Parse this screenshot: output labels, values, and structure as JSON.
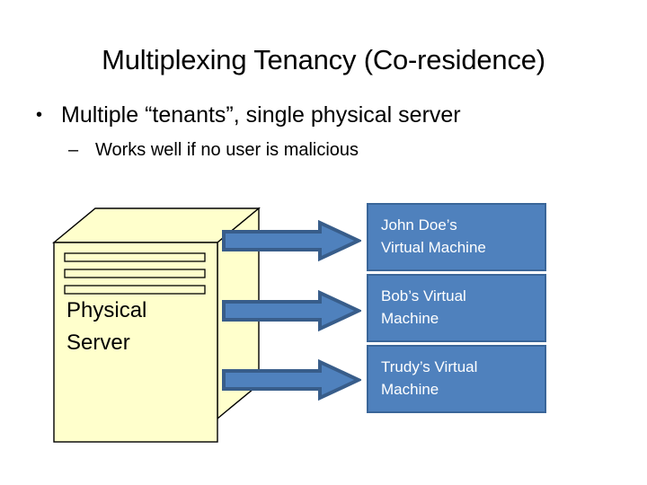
{
  "slide": {
    "title": "Multiplexing Tenancy (Co-residence)",
    "background_color": "#FFFFFF"
  },
  "bullets": [
    {
      "level": 1,
      "marker": "•",
      "text": "Multiple “tenants”, single physical server"
    },
    {
      "level": 2,
      "marker": "–",
      "text": "Works well if no user is malicious"
    }
  ],
  "diagram": {
    "server": {
      "label_line_1": "Physical",
      "label_line_2": "Server",
      "fill_color": "#FFFFCC",
      "stroke_color": "#000000",
      "slot_count": 3
    },
    "arrows": [
      {
        "name": "arrow-to-john-doe-vm",
        "direction": "right",
        "fill_color": "#4F81BD",
        "stroke_color": "#385D8A"
      },
      {
        "name": "arrow-to-bob-vm",
        "direction": "right",
        "fill_color": "#4F81BD",
        "stroke_color": "#385D8A"
      },
      {
        "name": "arrow-to-trudy-vm",
        "direction": "right",
        "fill_color": "#4F81BD",
        "stroke_color": "#385D8A"
      }
    ],
    "vm_boxes": [
      {
        "name": "john-doe-vm",
        "line_1": "John Doe’s",
        "line_2": "Virtual Machine",
        "fill_color": "#4F81BD",
        "border_color": "#3A6699",
        "text_color": "#FFFFFF"
      },
      {
        "name": "bob-vm",
        "line_1": "Bob’s Virtual",
        "line_2": "Machine",
        "fill_color": "#4F81BD",
        "border_color": "#3A6699",
        "text_color": "#FFFFFF"
      },
      {
        "name": "trudy-vm",
        "line_1": "Trudy’s Virtual",
        "line_2": "Machine",
        "fill_color": "#4F81BD",
        "border_color": "#3A6699",
        "text_color": "#FFFFFF"
      }
    ]
  }
}
